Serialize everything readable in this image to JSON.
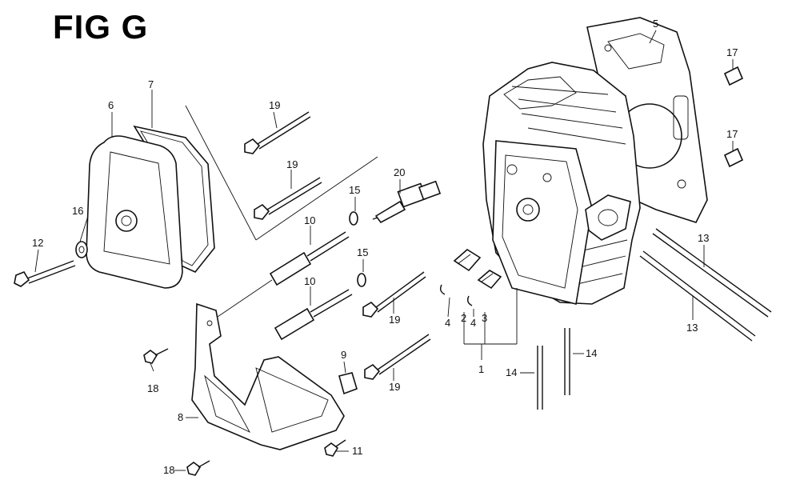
{
  "figure": {
    "title": "FIG G"
  },
  "callouts": {
    "c1": "1",
    "c2": "2",
    "c3": "3",
    "c4a": "4",
    "c4b": "4",
    "c5": "5",
    "c6": "6",
    "c7": "7",
    "c8": "8",
    "c9": "9",
    "c10a": "10",
    "c10b": "10",
    "c11": "11",
    "c12": "12",
    "c13a": "13",
    "c13b": "13",
    "c14a": "14",
    "c14b": "14",
    "c15a": "15",
    "c15b": "15",
    "c16": "16",
    "c17a": "17",
    "c17b": "17",
    "c18a": "18",
    "c18b": "18",
    "c19a": "19",
    "c19b": "19",
    "c19c": "19",
    "c19d": "19",
    "c20": "20"
  }
}
